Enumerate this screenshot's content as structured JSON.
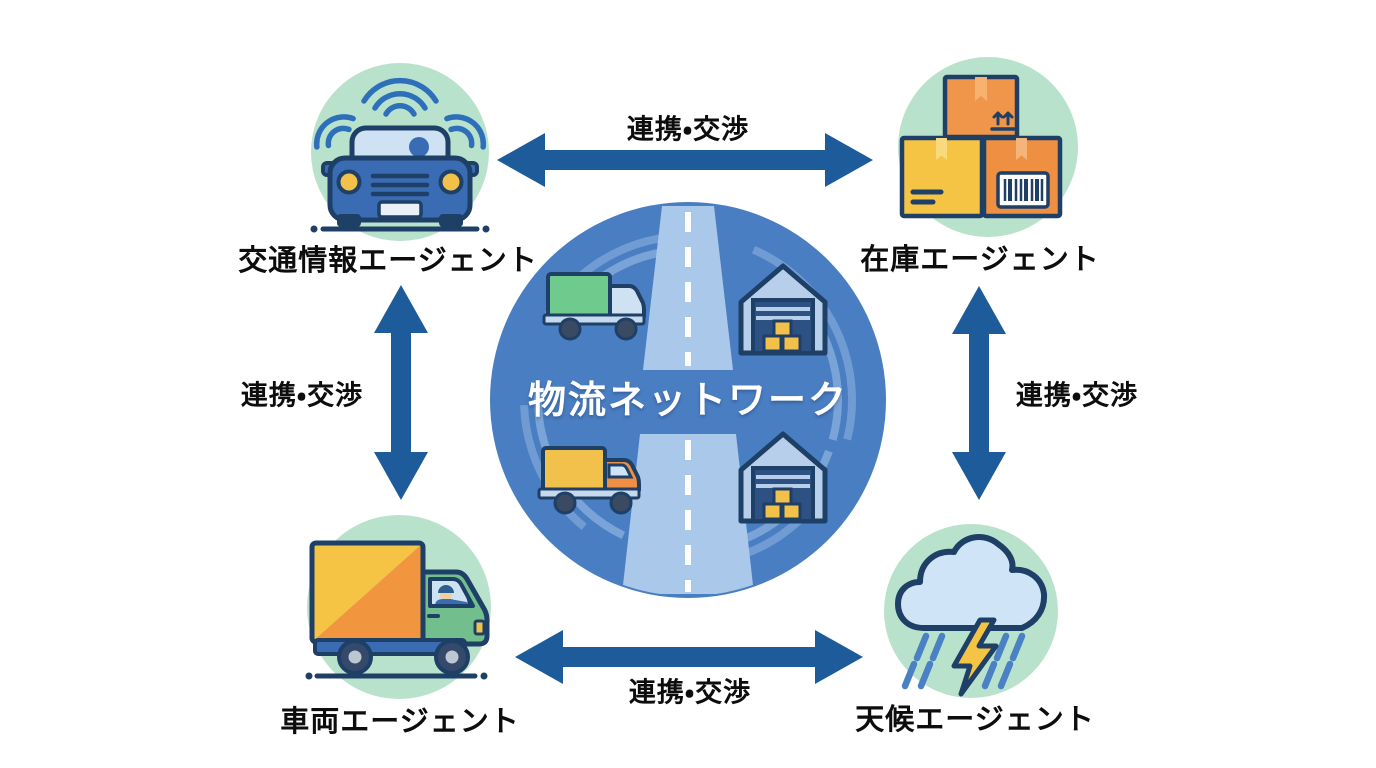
{
  "colors": {
    "bg": "#ffffff",
    "center-circle": "#4a7ec2",
    "agent-circle": "#b9e2cc",
    "arrow": "#1e5b9b",
    "label-text": "#0d0d0d",
    "center-text": "#ffffff",
    "outline": "#1e3f66"
  },
  "center": {
    "title": "物流ネットワーク",
    "illustration": "logistics-network-roads-trucks-warehouses"
  },
  "agents": [
    {
      "id": "traffic-info",
      "label": "交通情報エージェント",
      "icon": "connected-car-icon"
    },
    {
      "id": "inventory",
      "label": "在庫エージェント",
      "icon": "inventory-boxes-icon"
    },
    {
      "id": "vehicle",
      "label": "車両エージェント",
      "icon": "delivery-truck-icon"
    },
    {
      "id": "weather",
      "label": "天候エージェント",
      "icon": "storm-cloud-icon"
    }
  ],
  "connections": [
    {
      "position": "top",
      "label": "連携・交渉"
    },
    {
      "position": "left",
      "label": "連携・交渉"
    },
    {
      "position": "right",
      "label": "連携・交渉"
    },
    {
      "position": "bottom",
      "label": "連携・交渉"
    }
  ]
}
